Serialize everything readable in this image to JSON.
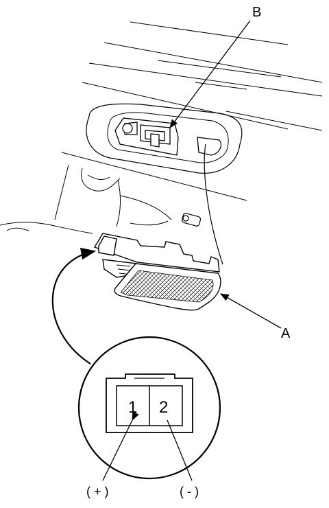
{
  "labels": {
    "part_b": "B",
    "part_a": "A"
  },
  "connector": {
    "pin_1": "1",
    "pin_2": "2",
    "polarity_positive": "( + )",
    "polarity_negative": "( - )"
  },
  "colors": {
    "ink": "#000000",
    "paper": "#ffffff"
  }
}
